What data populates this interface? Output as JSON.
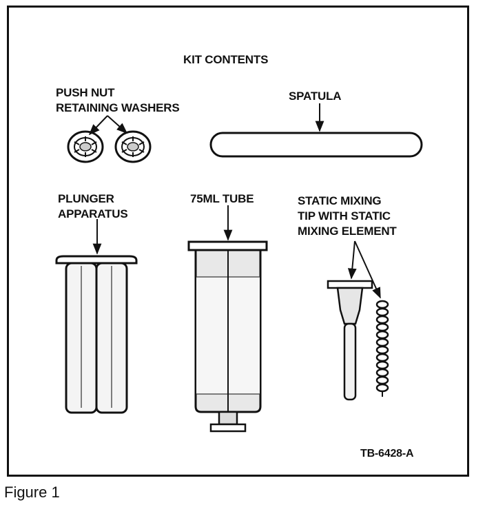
{
  "figure": {
    "title": "KIT CONTENTS",
    "caption": "Figure 1",
    "reference_code": "TB-6428-A"
  },
  "labels": {
    "washers": [
      "PUSH NUT",
      "RETAINING WASHERS"
    ],
    "spatula": "SPATULA",
    "plunger": [
      "PLUNGER",
      "APPARATUS"
    ],
    "tube": "75ML TUBE",
    "mixing_tip": [
      "STATIC MIXING",
      "TIP WITH STATIC",
      "MIXING ELEMENT"
    ]
  }
}
